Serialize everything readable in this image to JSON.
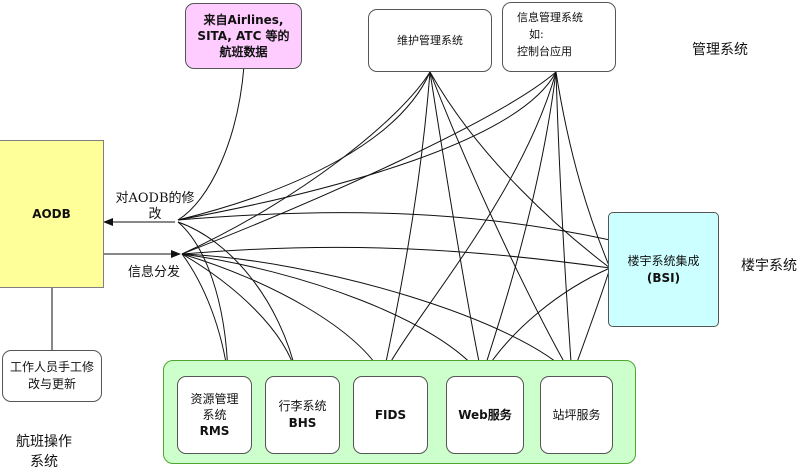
{
  "nodes": {
    "aodb": {
      "label": "AODB"
    },
    "airlines": {
      "line1": "来自Airlines,",
      "line2": "SITA, ATC 等的",
      "line3": "航班数据"
    },
    "maint": {
      "label": "维护管理系统"
    },
    "info_mgmt": {
      "line1": "信息管理系统",
      "line2": "如:",
      "line3": "控制台应用"
    },
    "bsi": {
      "line1": "楼宇系统集成",
      "line2": "(BSI)"
    },
    "manual": {
      "line1": "工作人员手工修",
      "line2": "改与更新"
    },
    "rms": {
      "line1": "资源管理",
      "line2": "系统",
      "line3": "RMS"
    },
    "bhs": {
      "line1": "行李系统",
      "line2": "BHS"
    },
    "fids": {
      "label": "FIDS"
    },
    "web": {
      "label": "Web服务"
    },
    "apron": {
      "label": "站坪服务"
    }
  },
  "labels": {
    "modify_line1": "对AODB的修",
    "modify_line2": "改",
    "distribute": "信息分发",
    "mgmt_system": "管理系统",
    "building_system": "楼宇系统",
    "ops_line1": "航班操作",
    "ops_line2": "系统"
  },
  "colors": {
    "aodb_fill": "#FFFF99",
    "aodb_border": "#7F7F7F",
    "airlines_fill": "#FFCCFF",
    "bsi_fill": "#CCFFFF",
    "group_fill": "#CCFFCC",
    "group_border": "#4EA72E",
    "line": "#111111"
  }
}
